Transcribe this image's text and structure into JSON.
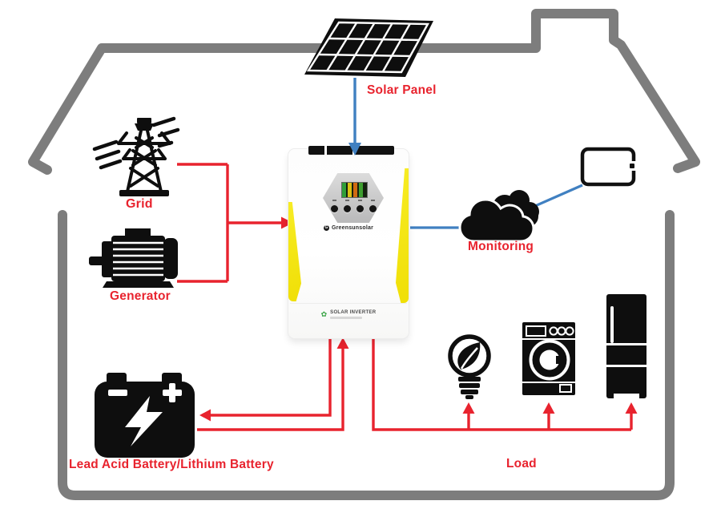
{
  "diagram": {
    "labels": {
      "solar_panel": "Solar Panel",
      "grid": "Grid",
      "generator": "Generator",
      "monitoring": "Monitoring",
      "battery": "Lead Acid Battery/Lithium Battery",
      "load": "Load"
    },
    "inverter": {
      "brand": "Greensunsolar",
      "brand_mark": "G",
      "logo_text": "SOLAR INVERTER"
    },
    "colors": {
      "flow_red": "#e8232e",
      "flow_blue": "#4080c1",
      "house_gray": "#7d7d7d",
      "icon_black": "#0e0e0e",
      "accent_yellow": "#f2e414",
      "logo_green": "#3aa546"
    },
    "connections": [
      {
        "from": "Solar Panel",
        "to": "Inverter",
        "line": "blue"
      },
      {
        "from": "Grid",
        "to": "Inverter",
        "line": "red"
      },
      {
        "from": "Generator",
        "to": "Inverter",
        "line": "red"
      },
      {
        "from": "Inverter",
        "to": "Lead Acid Battery/Lithium Battery",
        "line": "red"
      },
      {
        "from": "Lead Acid Battery/Lithium Battery",
        "to": "Inverter",
        "line": "red"
      },
      {
        "from": "Inverter",
        "to": "Load",
        "line": "red"
      },
      {
        "from": "Inverter",
        "to": "Monitoring",
        "line": "blue"
      },
      {
        "from": "Monitoring",
        "to": "Display",
        "line": "blue"
      }
    ]
  }
}
